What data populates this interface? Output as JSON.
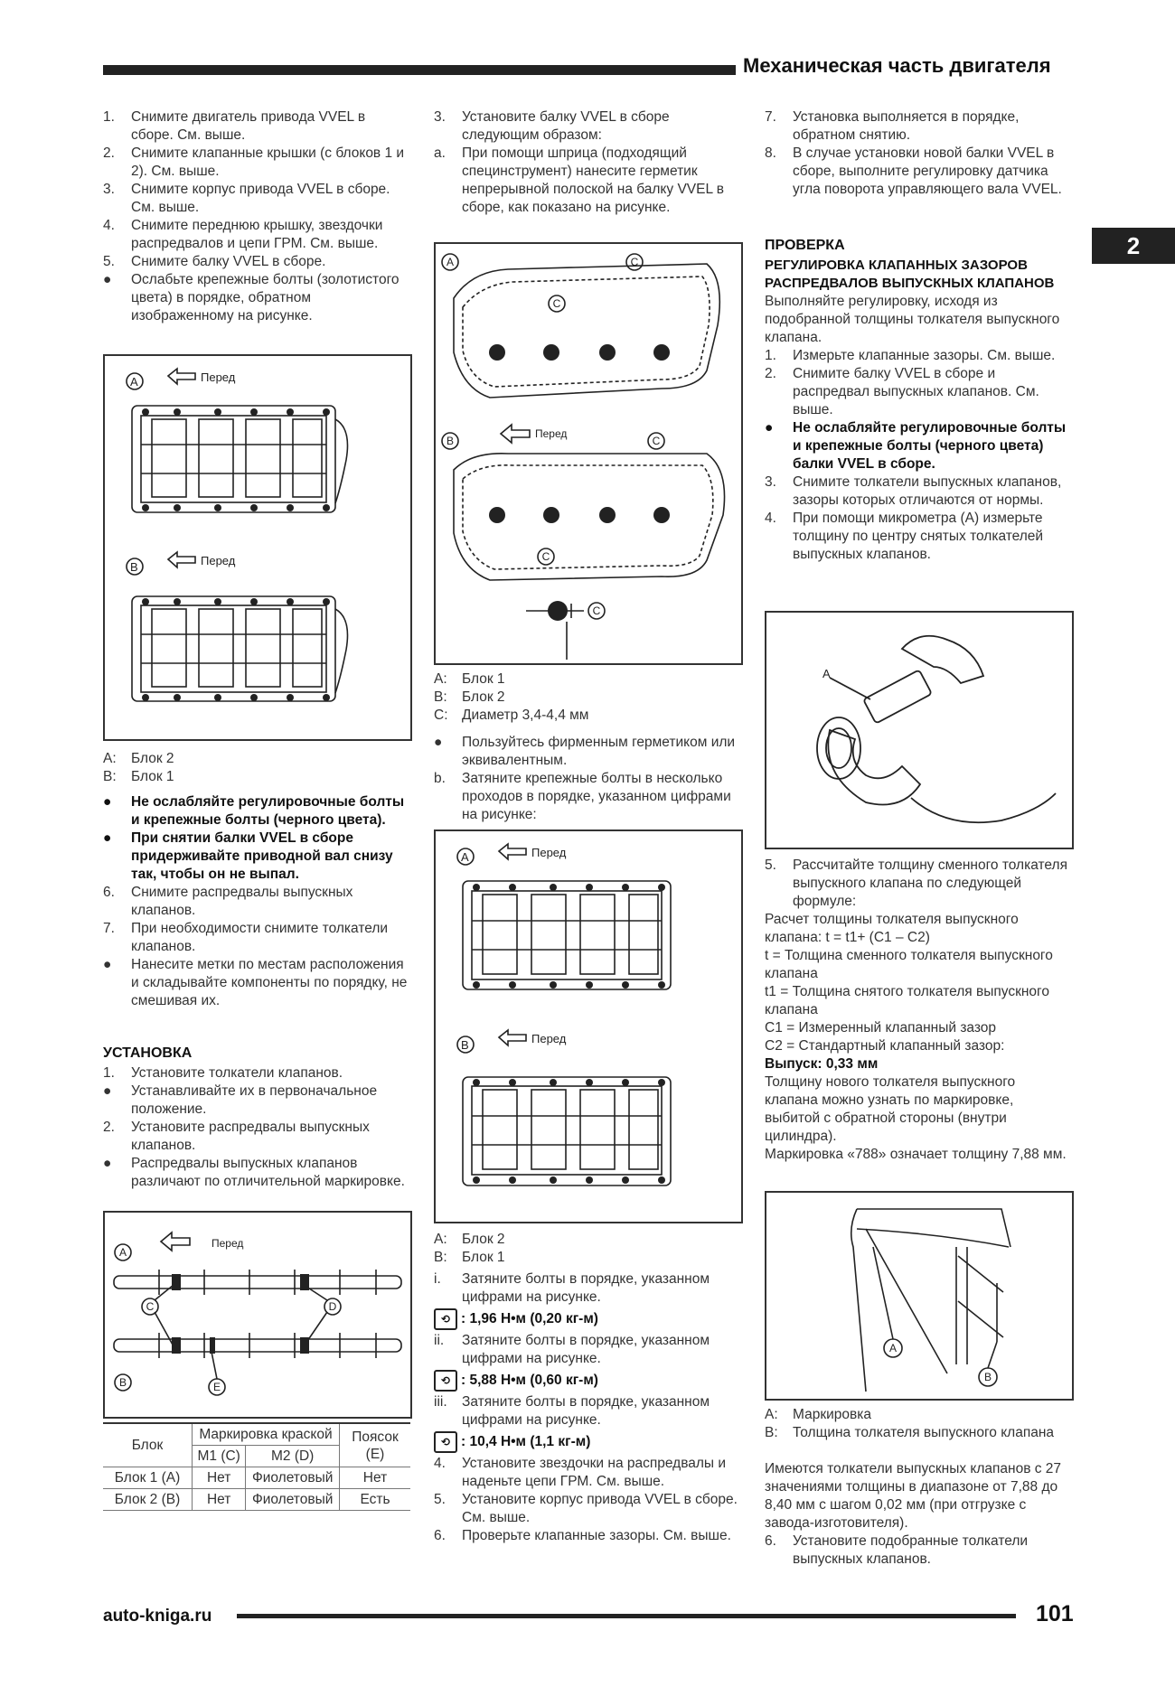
{
  "header": {
    "title": "Механическая часть двигателя"
  },
  "section_tab": "2",
  "col1": {
    "steps": [
      {
        "mk": "1.",
        "text": "Снимите двигатель привода VVEL в сборе. См. выше."
      },
      {
        "mk": "2.",
        "text": "Снимите клапанные крышки (с блоков 1 и 2). См. выше."
      },
      {
        "mk": "3.",
        "text": "Снимите корпус привода VVEL в сборе. См. выше."
      },
      {
        "mk": "4.",
        "text": "Снимите переднюю крышку, звездочки распредвалов и цепи ГРМ. См. выше."
      },
      {
        "mk": "5.",
        "text": "Снимите балку VVEL в сборе."
      },
      {
        "mk": "●",
        "text": "Ослабьте крепежные болты (золотистого цвета) в порядке, обратном изображенному на рисунке."
      }
    ],
    "fig1": {
      "a": "A",
      "b": "B",
      "front": "Перед"
    },
    "fig1_caption": [
      {
        "mk": "A:",
        "text": "Блок 2"
      },
      {
        "mk": "B:",
        "text": "Блок 1"
      }
    ],
    "steps2": [
      {
        "mk": "●",
        "text": "Не ослабляйте регулировочные болты и крепежные болты (черного цвета).",
        "bold": true
      },
      {
        "mk": "●",
        "text": "При снятии балки VVEL в сборе придерживайте приводной вал снизу так, чтобы он не выпал.",
        "bold": true
      },
      {
        "mk": "6.",
        "text": "Снимите распредвалы выпускных клапанов."
      },
      {
        "mk": "7.",
        "text": "При необходимости снимите толкатели клапанов."
      },
      {
        "mk": "●",
        "text": "Нанесите метки по местам расположения и складывайте компоненты по порядку, не смешивая их."
      }
    ],
    "install_heading": "УСТАНОВКА",
    "steps3": [
      {
        "mk": "1.",
        "text": "Установите толкатели клапанов."
      },
      {
        "mk": "●",
        "text": "Устанавливайте их в первоначальное положение."
      },
      {
        "mk": "2.",
        "text": "Установите распредвалы выпускных клапанов."
      },
      {
        "mk": "●",
        "text": "Распредвалы выпускных клапанов различают по отличительной маркировке."
      }
    ],
    "fig2": {
      "front": "Перед",
      "a": "A",
      "b": "B",
      "c": "C",
      "d": "D",
      "e": "E"
    },
    "table": {
      "h_block": "Блок",
      "h_mark": "Маркировка краской",
      "h_m1": "M1 (C)",
      "h_m2": "M2 (D)",
      "h_belt": "Поясок (E)",
      "rows": [
        {
          "block": "Блок 1 (A)",
          "m1": "Нет",
          "m2": "Фиолетовый",
          "belt": "Нет"
        },
        {
          "block": "Блок 2 (B)",
          "m1": "Нет",
          "m2": "Фиолетовый",
          "belt": "Есть"
        }
      ]
    }
  },
  "col2": {
    "steps": [
      {
        "mk": "3.",
        "text": "Установите балку VVEL в сборе следующим образом:"
      },
      {
        "mk": "a.",
        "text": "При помощи шприца (подходящий специнструмент) нанесите герметик непрерывной полоской на балку VVEL в сборе, как показано на рисунке."
      }
    ],
    "fig3": {
      "a": "A",
      "b": "B",
      "c": "C",
      "front": "Перед"
    },
    "fig3_caption": [
      {
        "mk": "A:",
        "text": "Блок 1"
      },
      {
        "mk": "B:",
        "text": "Блок 2"
      },
      {
        "mk": "C:",
        "text": "Диаметр 3,4-4,4 мм"
      }
    ],
    "steps2": [
      {
        "mk": "●",
        "text": "Пользуйтесь фирменным герметиком или эквивалентным."
      },
      {
        "mk": "b.",
        "text": "Затяните крепежные болты в несколько проходов в порядке, указанном цифрами на рисунке:"
      }
    ],
    "fig4": {
      "a": "A",
      "b": "B",
      "front": "Перед"
    },
    "fig4_caption": [
      {
        "mk": "A:",
        "text": "Блок 2"
      },
      {
        "mk": "B:",
        "text": "Блок 1"
      }
    ],
    "steps3": [
      {
        "mk": "i.",
        "text": "Затяните болты в порядке, указанном цифрами на рисунке."
      }
    ],
    "torque1": ": 1,96 Н•м (0,20 кг-м)",
    "steps4": [
      {
        "mk": "ii.",
        "text": "Затяните болты в порядке, указанном цифрами на рисунке."
      }
    ],
    "torque2": ": 5,88 Н•м (0,60 кг-м)",
    "steps5": [
      {
        "mk": "iii.",
        "text": "Затяните болты в порядке, указанном цифрами на рисунке."
      }
    ],
    "torque3": ": 10,4 Н•м (1,1 кг-м)",
    "steps6": [
      {
        "mk": "4.",
        "text": "Установите звездочки на распредвалы и наденьте цепи ГРМ. См. выше."
      },
      {
        "mk": "5.",
        "text": "Установите корпус привода VVEL в сборе. См. выше."
      },
      {
        "mk": "6.",
        "text": "Проверьте клапанные зазоры. См. выше."
      }
    ]
  },
  "col3": {
    "steps": [
      {
        "mk": "7.",
        "text": "Установка выполняется в порядке, обратном снятию."
      },
      {
        "mk": "8.",
        "text": "В случае установки новой балки VVEL в сборе, выполните регулировку датчика угла поворота управляющего вала VVEL."
      }
    ],
    "check_heading": "ПРОВЕРКА",
    "sub_heading": "РЕГУЛИРОВКА КЛАПАННЫХ ЗАЗОРОВ РАСПРЕДВАЛОВ ВЫПУСКНЫХ КЛАПАНОВ",
    "intro": "Выполняйте регулировку, исходя из подобранной толщины толкателя выпускного клапана.",
    "steps2": [
      {
        "mk": "1.",
        "text": "Измерьте клапанные зазоры. См. выше."
      },
      {
        "mk": "2.",
        "text": "Снимите балку VVEL в сборе и распредвал выпускных клапанов. См. выше."
      },
      {
        "mk": "●",
        "text": "Не ослабляйте регулировочные болты и крепежные болты (черного цвета) балки VVEL в сборе.",
        "bold": true
      },
      {
        "mk": "3.",
        "text": "Снимите толкатели выпускных клапанов, зазоры которых отличаются от нормы."
      },
      {
        "mk": "4.",
        "text": "При помощи микрометра (A) измерьте толщину по центру снятых толкателей выпускных клапанов."
      }
    ],
    "fig5": {
      "a": "A"
    },
    "steps3": [
      {
        "mk": "5.",
        "text": "Рассчитайте толщину сменного толкателя выпускного клапана по следующей формуле:"
      }
    ],
    "formula": [
      "Расчет толщины толкателя выпускного клапана: t = t1+ (C1 – C2)",
      "t = Толщина сменного толкателя выпускного клапана",
      "t1 = Толщина снятого толкателя выпускного клапана",
      "C1 = Измеренный клапанный зазор",
      "C2 = Стандартный клапанный зазор:"
    ],
    "exhaust": "Выпуск: 0,33 мм",
    "para1": "Толщину нового толкателя выпускного клапана можно узнать по маркировке, выбитой с обратной стороны (внутри цилиндра).",
    "para2": "Маркировка «788» означает толщину 7,88 мм.",
    "fig6": {
      "a": "A",
      "b": "B"
    },
    "fig6_caption": [
      {
        "mk": "A:",
        "text": "Маркировка"
      },
      {
        "mk": "B:",
        "text": "Толщина толкателя выпускного клапана"
      }
    ],
    "para3": "Имеются толкатели выпускных клапанов с 27 значениями толщины в диапазоне от 7,88 до 8,40 мм с шагом 0,02 мм (при отгрузке с завода-изготовителя).",
    "steps4": [
      {
        "mk": "6.",
        "text": "Установите подобранные толкатели выпускных клапанов."
      }
    ]
  },
  "footer": {
    "url": "auto-kniga.ru",
    "page": "101"
  }
}
